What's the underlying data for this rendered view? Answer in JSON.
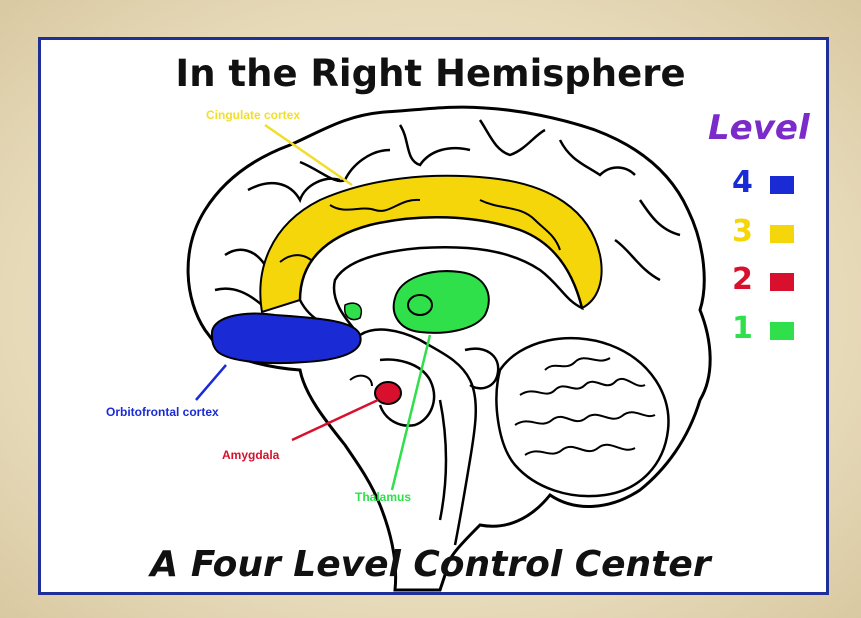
{
  "title": "In the Right Hemisphere",
  "subtitle": "A Four Level Control Center",
  "legend": {
    "title": "Level",
    "title_color": "#7a2bc9",
    "items": [
      {
        "level": "4",
        "color": "#1a2bd6"
      },
      {
        "level": "3",
        "color": "#f5d60a"
      },
      {
        "level": "2",
        "color": "#d8102e"
      },
      {
        "level": "1",
        "color": "#2fe04a"
      }
    ]
  },
  "labels": {
    "cingulate": {
      "text": "Cingulate cortex",
      "color": "#f2de2a"
    },
    "orbitofrontal": {
      "text": "Orbitofrontal cortex",
      "color": "#1a2bd6"
    },
    "amygdala": {
      "text": "Amygdala",
      "color": "#d8102e"
    },
    "thalamus": {
      "text": "Thalamus",
      "color": "#2fe04a"
    }
  }
}
